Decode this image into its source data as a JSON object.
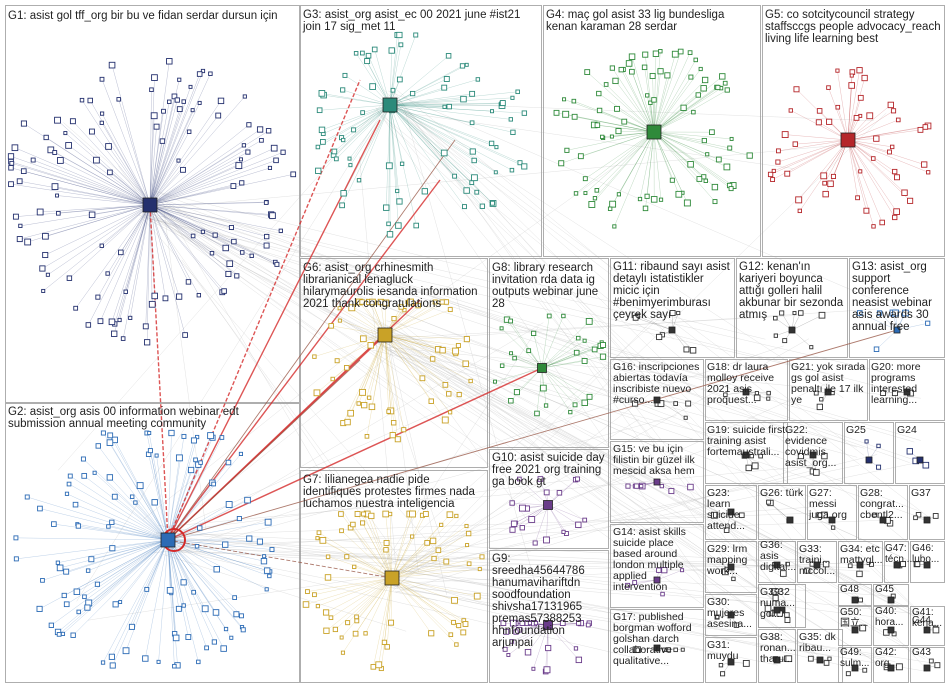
{
  "colors": {
    "edge_gray": "#bdbdbd",
    "edge_red": "#d42a2a",
    "edge_brown": "#9a5a4a",
    "box_border": "#9a9a9a",
    "node_navy": "#24306e",
    "node_blue": "#2c6bb5",
    "node_green": "#2f8a3a",
    "node_red": "#b5262a",
    "node_yellow": "#c9a227",
    "node_teal": "#2b8a7a",
    "node_purple": "#6a3c8a",
    "node_dark": "#333333"
  },
  "groups": [
    {
      "id": "G1",
      "label": "G1: asist gol tff_org bir bu ve fidan serdar dursun için"
    },
    {
      "id": "G2",
      "label": "G2: asist_org asis 00 information webinar edt submission annual meeting community"
    },
    {
      "id": "G3",
      "label": "G3: asist_org asist_ec 00 2021 june #ist21 join 17 sig_met 11"
    },
    {
      "id": "G4",
      "label": "G4: maç gol asist 33 lig bundesliga kenan karaman 28 serdar"
    },
    {
      "id": "G5",
      "label": "G5: co sotcitycouncil strategy staffsccgs people advocacy_reach living life learning best"
    },
    {
      "id": "G6",
      "label": "G6: asist_org crhinesmith librarianical lenagluck hilarymaurolis iesanda information 2021 thank congratulations"
    },
    {
      "id": "G7",
      "label": "G7: lilianegea nadie pide identifiques protestes firmes nada luchamos nuestra inteligencia"
    },
    {
      "id": "G8",
      "label": "G8: library research invitation rda data ig outputs webinar june 28"
    },
    {
      "id": "G9",
      "label": "G9: sreedha45644786 hanumavihariftdn soodfoundation shivsha17131965 premas57388253 hhnfoundation arjunpai"
    },
    {
      "id": "G10",
      "label": "G10: asist suicide day free 2021 org training ga book gt"
    },
    {
      "id": "G11",
      "label": "G11: ribaund sayı asist detaylı istatistikler micic için #benimyerimburası çeyrek sayı"
    },
    {
      "id": "G12",
      "label": "G12: kenan'ın kariyeri boyunca attığı golleri halil akbunar bir sezonda atmış"
    },
    {
      "id": "G13",
      "label": "G13: asist_org support conference neasist webinar asis awards 30 annual free"
    },
    {
      "id": "G14",
      "label": "G14: asist skills suicide place based around london multiple applied intervention"
    },
    {
      "id": "G15",
      "label": "G15: ve bu için filistin bir güzel ilk mescid aksa hem"
    },
    {
      "id": "G16",
      "label": "G16: inscripciones abiertas todavía inscribiste nuevo #curso..."
    },
    {
      "id": "G17",
      "label": "G17: published borgman wofford golshan darch collaborative qualitative..."
    },
    {
      "id": "G18",
      "label": "G18: dr laura molloy receive 2021 asis proquest..."
    },
    {
      "id": "G19",
      "label": "G19: suicide first training asist fortemaustrali..."
    },
    {
      "id": "G20",
      "label": "G20: more programs interested learning..."
    },
    {
      "id": "G21",
      "label": "G21: yok sırada gs gol asist penaltı ile 17 ilk ye"
    },
    {
      "id": "G22",
      "label": "G22: evidence covidmis asist_org..."
    },
    {
      "id": "G23",
      "label": "G23: learn suicide attend..."
    },
    {
      "id": "G24",
      "label": "G24"
    },
    {
      "id": "G25",
      "label": "G25"
    },
    {
      "id": "G26",
      "label": "G26: türk"
    },
    {
      "id": "G27",
      "label": "G27: messi juga org"
    },
    {
      "id": "G28",
      "label": "G28: congrat... cbentl2..."
    },
    {
      "id": "G29",
      "label": "G29: lrm mapping work..."
    },
    {
      "id": "G30",
      "label": "G30: mujeres asesina..."
    },
    {
      "id": "G31",
      "label": "G31: muydu"
    },
    {
      "id": "G32",
      "label": "G32"
    },
    {
      "id": "G33",
      "label": "G33: traini... mccol..."
    },
    {
      "id": "G34",
      "label": "G34: etc mattygl..."
    },
    {
      "id": "G35",
      "label": "G35: dk ribau..."
    },
    {
      "id": "G36",
      "label": "G36: asis digital..."
    },
    {
      "id": "G37",
      "label": "G37"
    },
    {
      "id": "G38",
      "label": "G38: ronan... tharu..."
    },
    {
      "id": "G39",
      "label": "G39: numa... gol..."
    },
    {
      "id": "G40",
      "label": "G40: hora..."
    },
    {
      "id": "G41",
      "label": "G41: kerja..."
    },
    {
      "id": "G42",
      "label": "G42: org..."
    },
    {
      "id": "G43",
      "label": "G43"
    },
    {
      "id": "G44",
      "label": "G44"
    },
    {
      "id": "G45",
      "label": "G45"
    },
    {
      "id": "G46",
      "label": "G46: lubo..."
    },
    {
      "id": "G47",
      "label": "G47: técn..."
    },
    {
      "id": "G48",
      "label": "G48"
    },
    {
      "id": "G49",
      "label": "G49: sulm..."
    },
    {
      "id": "G50",
      "label": "G50: 国立..."
    }
  ]
}
